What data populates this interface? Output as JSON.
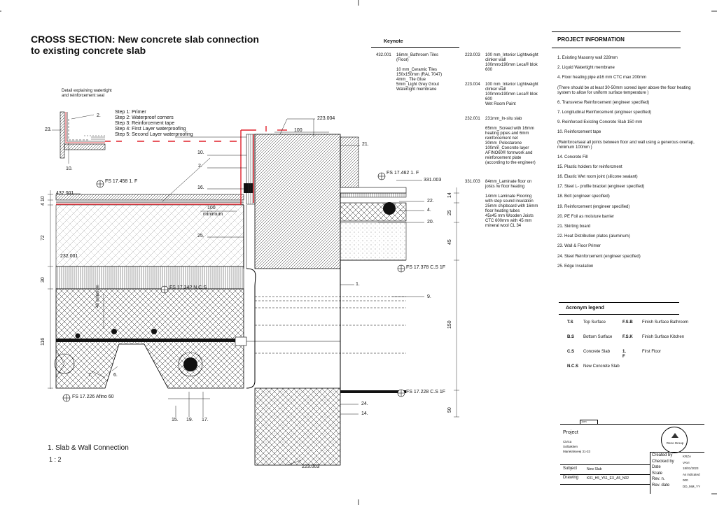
{
  "title": {
    "line1": "CROSS SECTION: New concrete slab connection",
    "line2": "to existing concrete slab"
  },
  "detail_note": {
    "line1": "Detail explaining watertight",
    "line2": "and reinforcement seal"
  },
  "steps": [
    "Step 1: Primer",
    "Step 2: Waterproof corners",
    "Step 3: Reinforcement tape",
    "Step 4: First Layer waterproofing",
    "Step 5: Second Layer waterproofing"
  ],
  "drawing_labels": {
    "l_23": "23.",
    "l_2a": "2.",
    "l_10a": "10.",
    "l_10": "10.",
    "l_2": "2.",
    "l_16": "16.",
    "l_25": "25.",
    "l_21": "21.",
    "l_22": "22.",
    "l_4": "4.",
    "l_20": "20.",
    "l_1": "1.",
    "l_9": "9.",
    "l_24": "24.",
    "l_14": "14.",
    "l_7": "7.",
    "l_6": "6.",
    "l_15": "15.",
    "l_19": "19.",
    "l_17": "17.",
    "ref_223004": "223.004",
    "ref_331003": "331.003",
    "ref_432001": "432.001",
    "ref_232001": "232.001",
    "ref_223003": "223.003",
    "dim_100a": "100",
    "dim_100b": "100",
    "dim_minimum": "minimum",
    "dim_hmin": "40 minimum",
    "fs_17458": "FS 17.458 1. F",
    "fs_17462": "FS 17.462 1. F",
    "fs_17378": "FS 17.378 C.S 1F",
    "fs_17342": "FS 17.342 N.C.S",
    "fs_17226": "FS 17.226 Afino 60",
    "fs_17228": "FS 17.228 C.S 1F",
    "d_410": "4 10",
    "d_72": "72",
    "d_30": "30",
    "d_116": "116",
    "d_14": "14",
    "d_25": "25",
    "d_45": "45",
    "d_150": "150",
    "d_50": "50"
  },
  "detail_caption": {
    "name": "1. Slab & Wall Connection",
    "scale": "1 : 2"
  },
  "keynote": {
    "header": "Keynote",
    "col1": [
      {
        "code": "432.001",
        "lines": [
          "16mm_Bathroom Tiles",
          "(Floor)",
          "",
          "10 mm_Ceramic Tiles",
          "150x150mm  (RAL 7047)",
          "4mm_ Tile Glue",
          "5mm_Light Grey Grout",
          "Watertight membrane"
        ]
      }
    ],
    "col2": [
      {
        "code": "223.003",
        "lines": [
          "100 mm_Interior Lightweight",
          "clinker wall",
          "100mmx190mm Leca® blok",
          "600"
        ]
      },
      {
        "code": "223.004",
        "lines": [
          "100 mm_Interior Lightweight",
          "clinker wall",
          "100mmx190mm Leca® blok",
          "600",
          "Wet Room Paint"
        ]
      },
      {
        "code": "232.001",
        "lines": [
          "231mm_In-situ slab",
          "",
          "65mm_Screed with 16mm",
          "heating pipes and 6mm",
          "reinforcement net",
          "30mm_Polestarene",
          "100mm_Concrete layer",
          "AFINO60® formwork and",
          "reinforcement plate",
          "(according to the engineer)"
        ]
      },
      {
        "code": "331.003",
        "lines": [
          "84mm_Laminate floor on",
          "joists /w floor heating",
          "",
          "14mm Laminate Flooring",
          "with step sound insulation",
          "25mm  chipboard with 16mm",
          "floor heating tubes",
          "45x45 mm Wooden Joists",
          "CTC 600mm with 45 mm",
          "mineral wool CL 34"
        ]
      }
    ]
  },
  "project_info": {
    "header": "PROJECT INFORMATION",
    "items": [
      "1. Existing Masonry wall 228mm",
      "2. Liquid Watertight membrane",
      "4. Floor heating pipe ø16 mm CTC max 200mm",
      "(There should be at least 30-50mm screed layer above the floor heating system to allow for uniform surface temperature )",
      "6. Transverse Reinforcement (engineer specified)",
      "7. Longitudinal Reinforcement (engineer specified)",
      "9. Reinforced Existing Concrete Slab 150 mm",
      "10. Reinforcement tape",
      "(Reinforce/seal all joints between floor and wall using a generous overlap, minimum 100mm )",
      "14. Concrete Fill",
      "15. Plastic holders for reinforcment",
      "16. Elastic Wet room joint (silicone sealant)",
      "17. Steel L- profile bracket (engineer specified)",
      "18. Bolt (engineer specified)",
      "19. Reinforcement (engineer specified)",
      "20. PE Foil as moisture barrier",
      "21. Skirting board",
      "22. Heat Distribution plates (aluminum)",
      "23. Wall & Floor Primer",
      "24. Steel Reinforcement (engineer specified)",
      "25. Edge Insulation"
    ]
  },
  "acronyms": {
    "header": "Acronym legend",
    "rows": [
      [
        {
          "code": "T.S",
          "text": "Top Surface"
        },
        {
          "code": "F.S.B",
          "text": "Finish Surface Bathroom"
        }
      ],
      [
        {
          "code": "B.S",
          "text": "Bottom Surface"
        },
        {
          "code": "F.S.K",
          "text": "Finish Surface Kitchen"
        }
      ],
      [
        {
          "code": "C.S",
          "text": "Concrete Slab"
        },
        {
          "code": "1. F",
          "text": "First Floor"
        }
      ],
      [
        {
          "code": "N.C.S",
          "text": "New Concrete Slab"
        },
        null
      ]
    ]
  },
  "title_block": {
    "scale_bar": "1cm",
    "project_label": "Project",
    "project_lines": [
      "Civica",
      "Solbakken",
      "Marielalsveej 31-33"
    ],
    "logo_text": "Reno Group",
    "fields": [
      {
        "label": "Created by",
        "value": "KRZA"
      },
      {
        "label": "Checked by",
        "value": "VAVI"
      },
      {
        "label": "Date",
        "value": "18/01/2023"
      },
      {
        "label": "Scale",
        "value": "As indicated"
      },
      {
        "label": "Rev. n.",
        "value": "000"
      },
      {
        "label": "Rev. date",
        "value": "DD_MM_YY"
      }
    ],
    "subject_label": "Subject",
    "subject_value": "New Slab",
    "drawing_label": "Drawing",
    "drawing_value": "K01_H5_Y51_EX_A5_N02"
  },
  "colors": {
    "membrane": "#e0202a",
    "line": "#111111"
  }
}
